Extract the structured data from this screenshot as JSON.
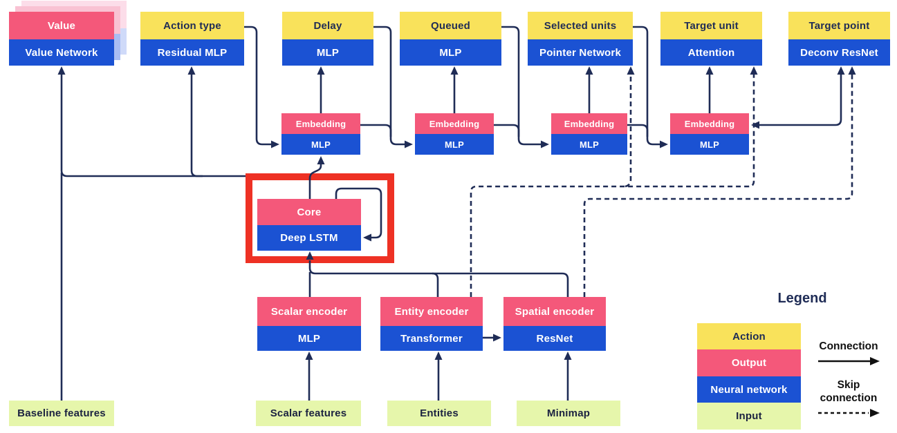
{
  "diagram": {
    "value_head": {
      "output": "Value",
      "network": "Value Network"
    },
    "heads": [
      {
        "action": "Action type",
        "network": "Residual MLP"
      },
      {
        "action": "Delay",
        "network": "MLP"
      },
      {
        "action": "Queued",
        "network": "MLP"
      },
      {
        "action": "Selected units",
        "network": "Pointer Network"
      },
      {
        "action": "Target unit",
        "network": "Attention"
      },
      {
        "action": "Target point",
        "network": "Deconv ResNet"
      }
    ],
    "embeddings": [
      {
        "output": "Embedding",
        "network": "MLP"
      },
      {
        "output": "Embedding",
        "network": "MLP"
      },
      {
        "output": "Embedding",
        "network": "MLP"
      },
      {
        "output": "Embedding",
        "network": "MLP"
      }
    ],
    "core": {
      "output": "Core",
      "network": "Deep LSTM"
    },
    "encoders": [
      {
        "output": "Scalar encoder",
        "network": "MLP"
      },
      {
        "output": "Entity encoder",
        "network": "Transformer"
      },
      {
        "output": "Spatial encoder",
        "network": "ResNet"
      }
    ],
    "inputs": [
      {
        "label": "Baseline features"
      },
      {
        "label": "Scalar features"
      },
      {
        "label": "Entities"
      },
      {
        "label": "Minimap"
      }
    ]
  },
  "legend": {
    "title": "Legend",
    "items": [
      {
        "label": "Action",
        "color": "#f9e25b"
      },
      {
        "label": "Output",
        "color": "#f4587a"
      },
      {
        "label": "Neural network",
        "color": "#1b52d3"
      },
      {
        "label": "Input",
        "color": "#e6f6ab"
      }
    ],
    "connection_label": "Connection",
    "skip_connection_label": "Skip connection"
  },
  "colors": {
    "line": "#1f2c56",
    "highlight_box": "#ee3124",
    "action": "#f9e25b",
    "output": "#f4587a",
    "network": "#1b52d3",
    "input": "#e6f6ab",
    "background": "#ffffff"
  }
}
